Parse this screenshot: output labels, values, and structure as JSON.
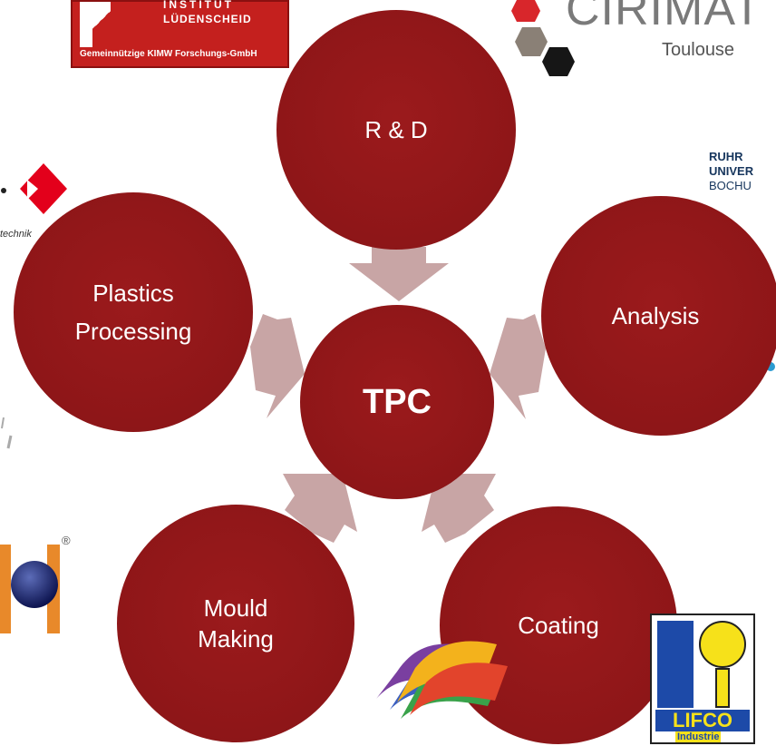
{
  "diagram": {
    "center": {
      "label": "TPC"
    },
    "nodes": [
      {
        "id": "rd",
        "lines": [
          "R & D"
        ]
      },
      {
        "id": "analysis",
        "lines": [
          "Analysis"
        ]
      },
      {
        "id": "plastics",
        "lines": [
          "Plastics",
          "Processing"
        ]
      },
      {
        "id": "mould",
        "lines": [
          "Mould",
          "Making"
        ]
      },
      {
        "id": "coating",
        "lines": [
          "Coating"
        ]
      }
    ]
  },
  "logos": {
    "kimw": {
      "line1": "INSTITUT",
      "line2": "LÜDENSCHEID",
      "line3": "Gemeinnützige KIMW Forschungs-GmbH"
    },
    "cirimat": {
      "name": "CIRIMAT",
      "city": "Toulouse"
    },
    "ruhr": {
      "line1": "RUHR",
      "line2": "UNIVER",
      "line3": "BOCHU"
    },
    "technik": {
      "text": "technik"
    },
    "lifco": {
      "name": "LIFCO",
      "sub": "Industrie"
    },
    "reg": "®"
  },
  "colors": {
    "circle": "#8e1618",
    "arrow": "#c8a5a5"
  }
}
